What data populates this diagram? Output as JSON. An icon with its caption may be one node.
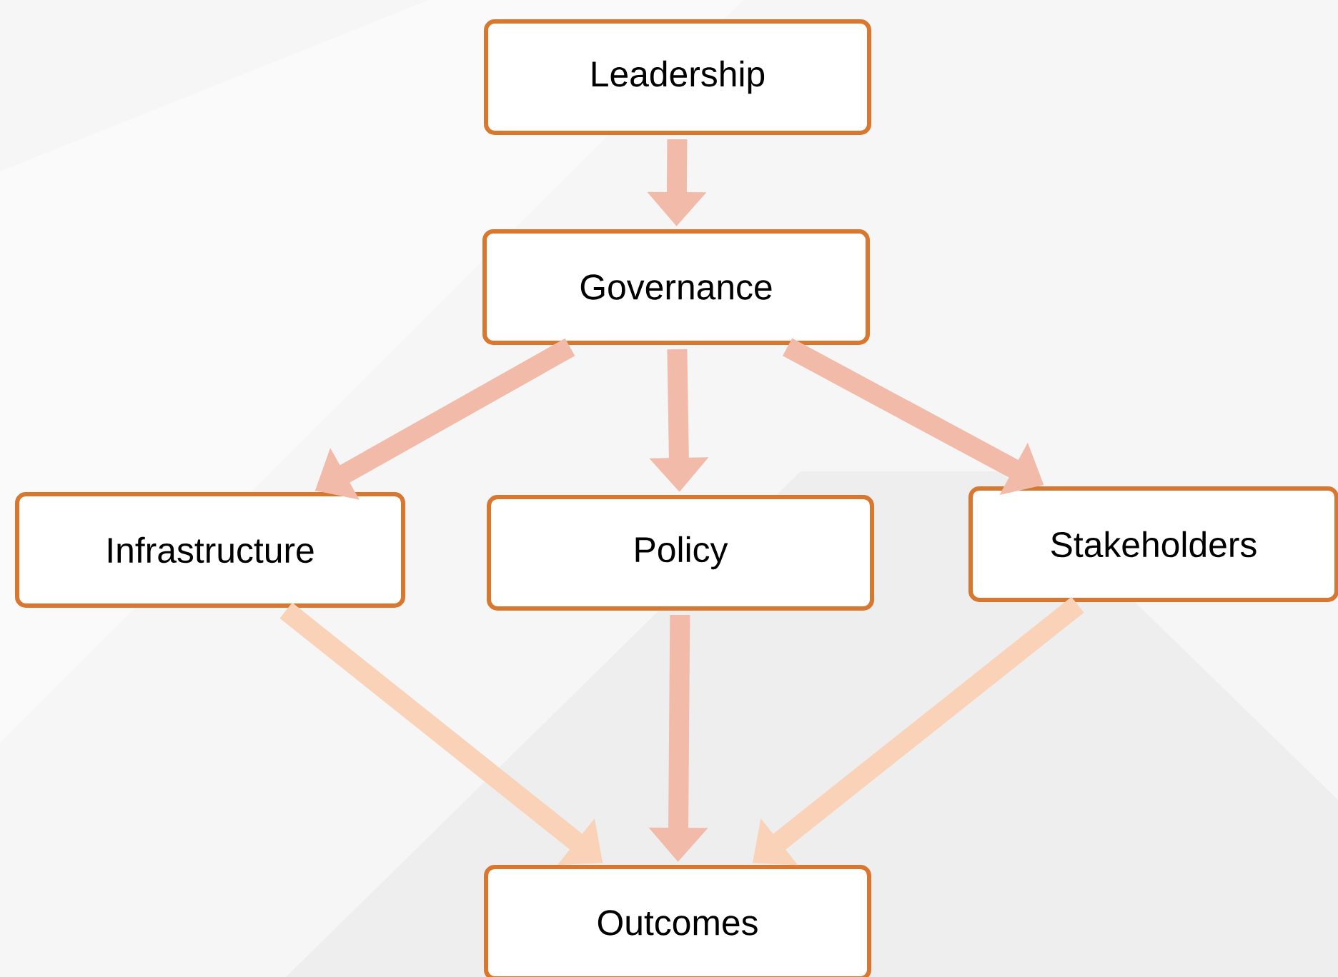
{
  "diagram": {
    "nodes": [
      {
        "text": [
          "Leadership"
        ]
      },
      {
        "text": [
          "Governance"
        ]
      },
      {
        "text": [
          "Infrastructure"
        ]
      },
      {
        "text": [
          "Policy"
        ]
      },
      {
        "text": [
          "Stakeholders"
        ]
      },
      {
        "text": [
          "Outcomes"
        ]
      }
    ],
    "edges": [
      {
        "from": 0,
        "to": 1,
        "arrow": "to"
      },
      {
        "from": 1,
        "to": 2,
        "arrow": "to"
      },
      {
        "from": 1,
        "to": 3,
        "arrow": "to"
      },
      {
        "from": 1,
        "to": 4,
        "arrow": "to"
      },
      {
        "from": 2,
        "to": 5,
        "arrow": "to",
        "color": "#f9d2b8"
      },
      {
        "from": 3,
        "to": 5,
        "arrow": "to"
      },
      {
        "from": 4,
        "to": 5,
        "arrow": "to",
        "color": "#f9d2b8"
      }
    ]
  }
}
